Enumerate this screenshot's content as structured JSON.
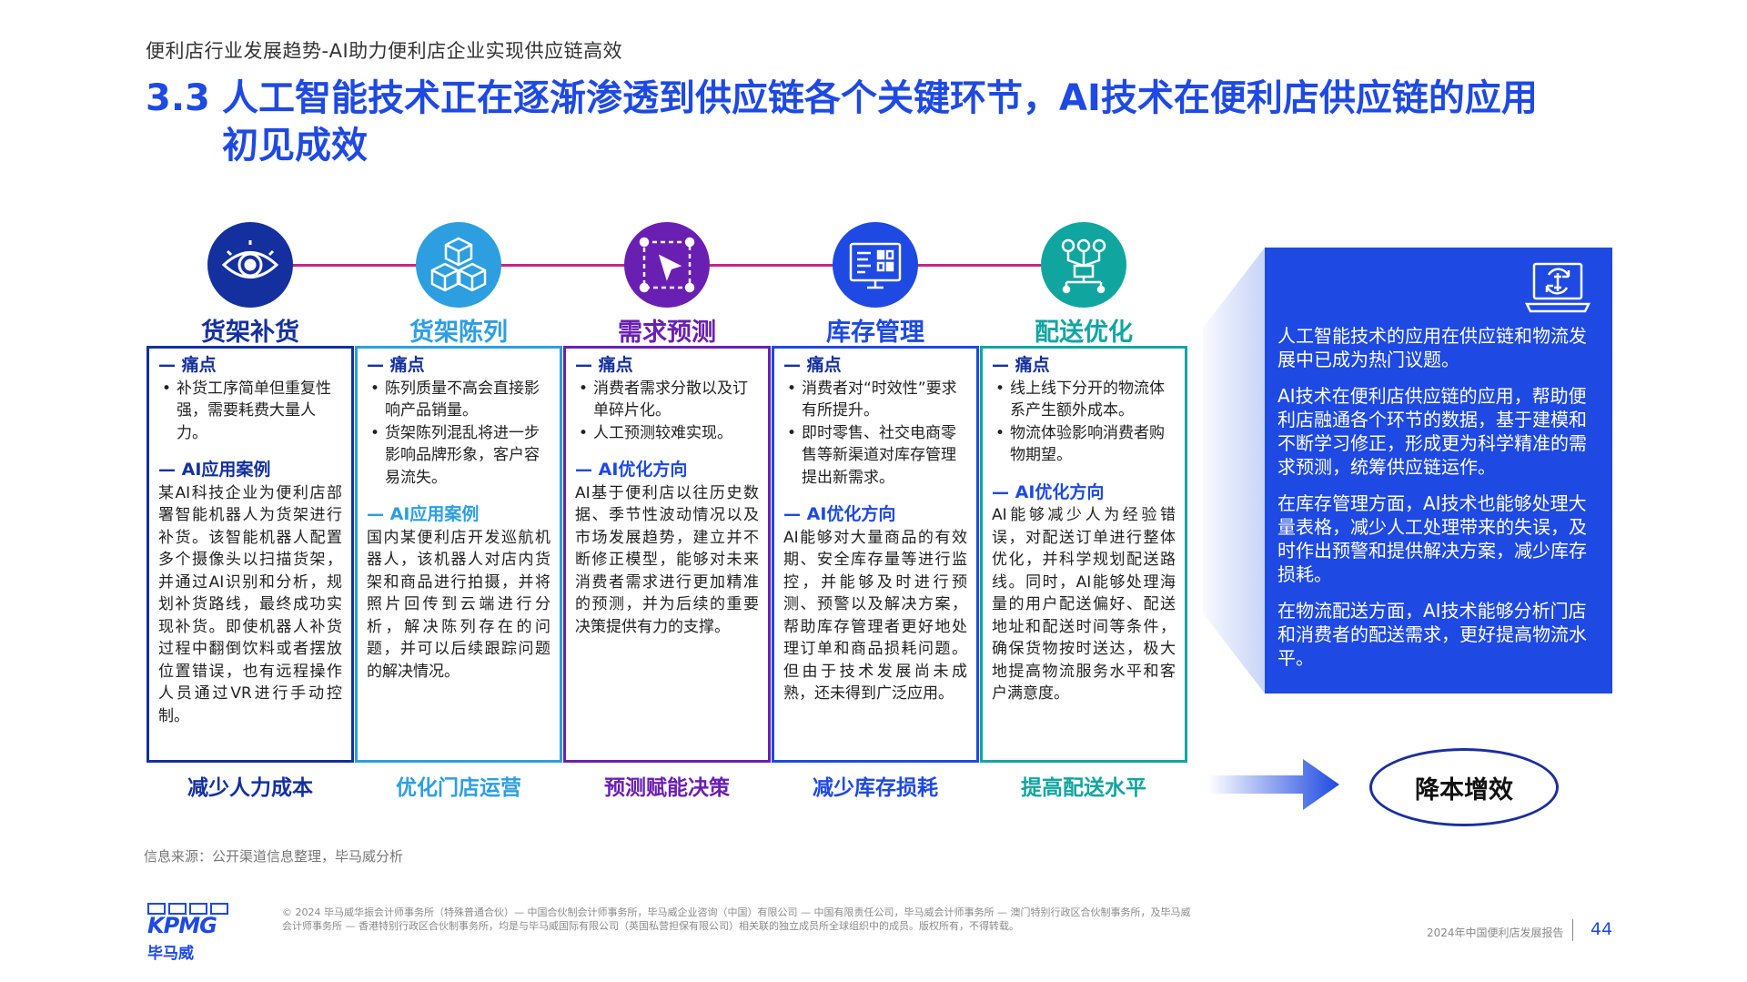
{
  "header": {
    "breadcrumb": "便利店行业发展趋势-AI助力便利店企业实现供应链高效",
    "title_num": "3.3",
    "title_line1": "人工智能技术正在逐渐渗透到供应链各个关键环节，AI技术在便利店供应链的应用",
    "title_line2": "初见成效"
  },
  "colors": {
    "brand_blue": "#1e49e2",
    "navy": "#14309e",
    "sky": "#2d9ee0",
    "purple": "#6a1fb3",
    "teal": "#11a5a0",
    "magenta_line": "#c8248a"
  },
  "columns": [
    {
      "icon": "eye-icon",
      "heading": "货架补货",
      "pain_title": "— 痛点",
      "pain": [
        "补货工序简单但重复性强，需要耗费大量人力。"
      ],
      "case_title": "— AI应用案例",
      "case_text": "某AI科技企业为便利店部署智能机器人为货架进行补货。该智能机器人配置多个摄像头以扫描货架，并通过AI识别和分析，规划补货路线，最终成功实现补货。即使机器人补货过程中翻倒饮料或者摆放位置错误，也有远程操作人员通过VR进行手动控制。",
      "footer": "减少人力成本"
    },
    {
      "icon": "cubes-icon",
      "heading": "货架陈列",
      "pain_title": "— 痛点",
      "pain": [
        "陈列质量不高会直接影响产品销量。",
        "货架陈列混乱将进一步影响品牌形象，客户容易流失。"
      ],
      "case_title": "— AI应用案例",
      "case_text": "国内某便利店开发巡航机器人，该机器人对店内货架和商品进行拍摄，并将照片回传到云端进行分析，解决陈列存在的问题，并可以后续跟踪问题的解决情况。",
      "footer": "优化门店运营"
    },
    {
      "icon": "forecast-cursor-icon",
      "heading": "需求预测",
      "pain_title": "— 痛点",
      "pain": [
        "消费者需求分散以及订单碎片化。",
        "人工预测较难实现。"
      ],
      "case_title": "— AI优化方向",
      "case_text": "AI基于便利店以往历史数据、季节性波动情况以及市场发展趋势，建立并不断修正模型，能够对未来消费者需求进行更加精准的预测，并为后续的重要决策提供有力的支撑。",
      "footer": "预测赋能决策"
    },
    {
      "icon": "inventory-screen-icon",
      "heading": "库存管理",
      "pain_title": "— 痛点",
      "pain": [
        "消费者对“时效性”要求有所提升。",
        "即时零售、社交电商零售等新渠道对库存管理提出新需求。"
      ],
      "case_title": "— AI优化方向",
      "case_text": "AI能够对大量商品的有效期、安全库存量等进行监控，并能够及时进行预测、预警以及解决方案，帮助库存管理者更好地处理订单和商品损耗问题。但由于技术发展尚未成熟，还未得到广泛应用。",
      "footer": "减少库存损耗"
    },
    {
      "icon": "delivery-network-icon",
      "heading": "配送优化",
      "pain_title": "— 痛点",
      "pain": [
        "线上线下分开的物流体系产生额外成本。",
        "物流体验影响消费者购物期望。"
      ],
      "case_title": "— AI优化方向",
      "case_text": "AI能够减少人为经验错误，对配送订单进行整体优化，并科学规划配送路线。同时，AI能够处理海量的用户配送偏好、配送地址和配送时间等条件，确保货物按时送达，极大地提高物流服务水平和客户满意度。",
      "footer": "提高配送水平"
    }
  ],
  "callout": {
    "icon": "laptop-exchange-icon",
    "paragraphs": [
      "人工智能技术的应用在供应链和物流发展中已成为热门议题。",
      "AI技术在便利店供应链的应用，帮助便利店融通各个环节的数据，基于建模和不断学习修正，形成更为科学精准的需求预测，统筹供应链运作。",
      "在库存管理方面，AI技术也能够处理大量表格，减少人工处理带来的失误，及时作出预警和提供解决方案，减少库存损耗。",
      "在物流配送方面，AI技术能够分析门店和消费者的配送需求，更好提高物流水平。"
    ]
  },
  "result": "降本增效",
  "source": "信息来源：公开渠道信息整理，毕马威分析",
  "footer": {
    "logo_text": "KPMG",
    "logo_cn": "毕马威",
    "copyright": "© 2024 毕马威华振会计师事务所（特殊普通合伙）— 中国合伙制会计师事务所，毕马威企业咨询（中国）有限公司 — 中国有限责任公司，毕马威会计师事务所 — 澳门特别行政区合伙制事务所，及毕马威会计师事务所 — 香港特别行政区合伙制事务所，均是与毕马威国际有限公司（英国私营担保有限公司）相关联的独立成员所全球组织中的成员。版权所有，不得转载。",
    "report_name": "2024年中国便利店发展报告",
    "page": "44"
  }
}
